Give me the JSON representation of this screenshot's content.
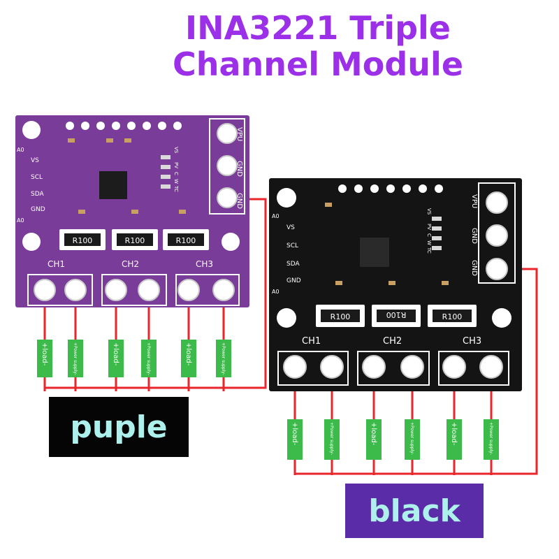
{
  "title": {
    "line1": "INA3221 Triple",
    "line2": "Channel Module"
  },
  "colors": {
    "title": "#9b30e8",
    "purple_board": "#7a3c99",
    "black_board": "#141414",
    "wire": "#e8262b",
    "component": "#3dbb4a"
  },
  "purple_board": {
    "pin_labels": [
      "VPU",
      "GND",
      "GND"
    ],
    "side_labels": [
      "A0",
      "VS",
      "SCL",
      "SDA",
      "GND",
      "A0"
    ],
    "led_labels": [
      "VS",
      "PV",
      "C",
      "W",
      "TC"
    ],
    "resistors": [
      "R100",
      "R100",
      "R100"
    ],
    "channels": [
      "CH1",
      "CH2",
      "CH3"
    ]
  },
  "black_board": {
    "pin_labels": [
      "VPU",
      "GND",
      "GND"
    ],
    "side_labels": [
      "A0",
      "VS",
      "SCL",
      "SDA",
      "GND",
      "A0"
    ],
    "led_labels": [
      "VS",
      "PV",
      "C",
      "W",
      "TC"
    ],
    "resistors": [
      "R100",
      "R100",
      "R100"
    ],
    "channels": [
      "CH1",
      "CH2",
      "CH3"
    ]
  },
  "components": {
    "load": "+load-",
    "power": "+Power supply-"
  },
  "labels": {
    "purple": "puple",
    "black": "black"
  }
}
